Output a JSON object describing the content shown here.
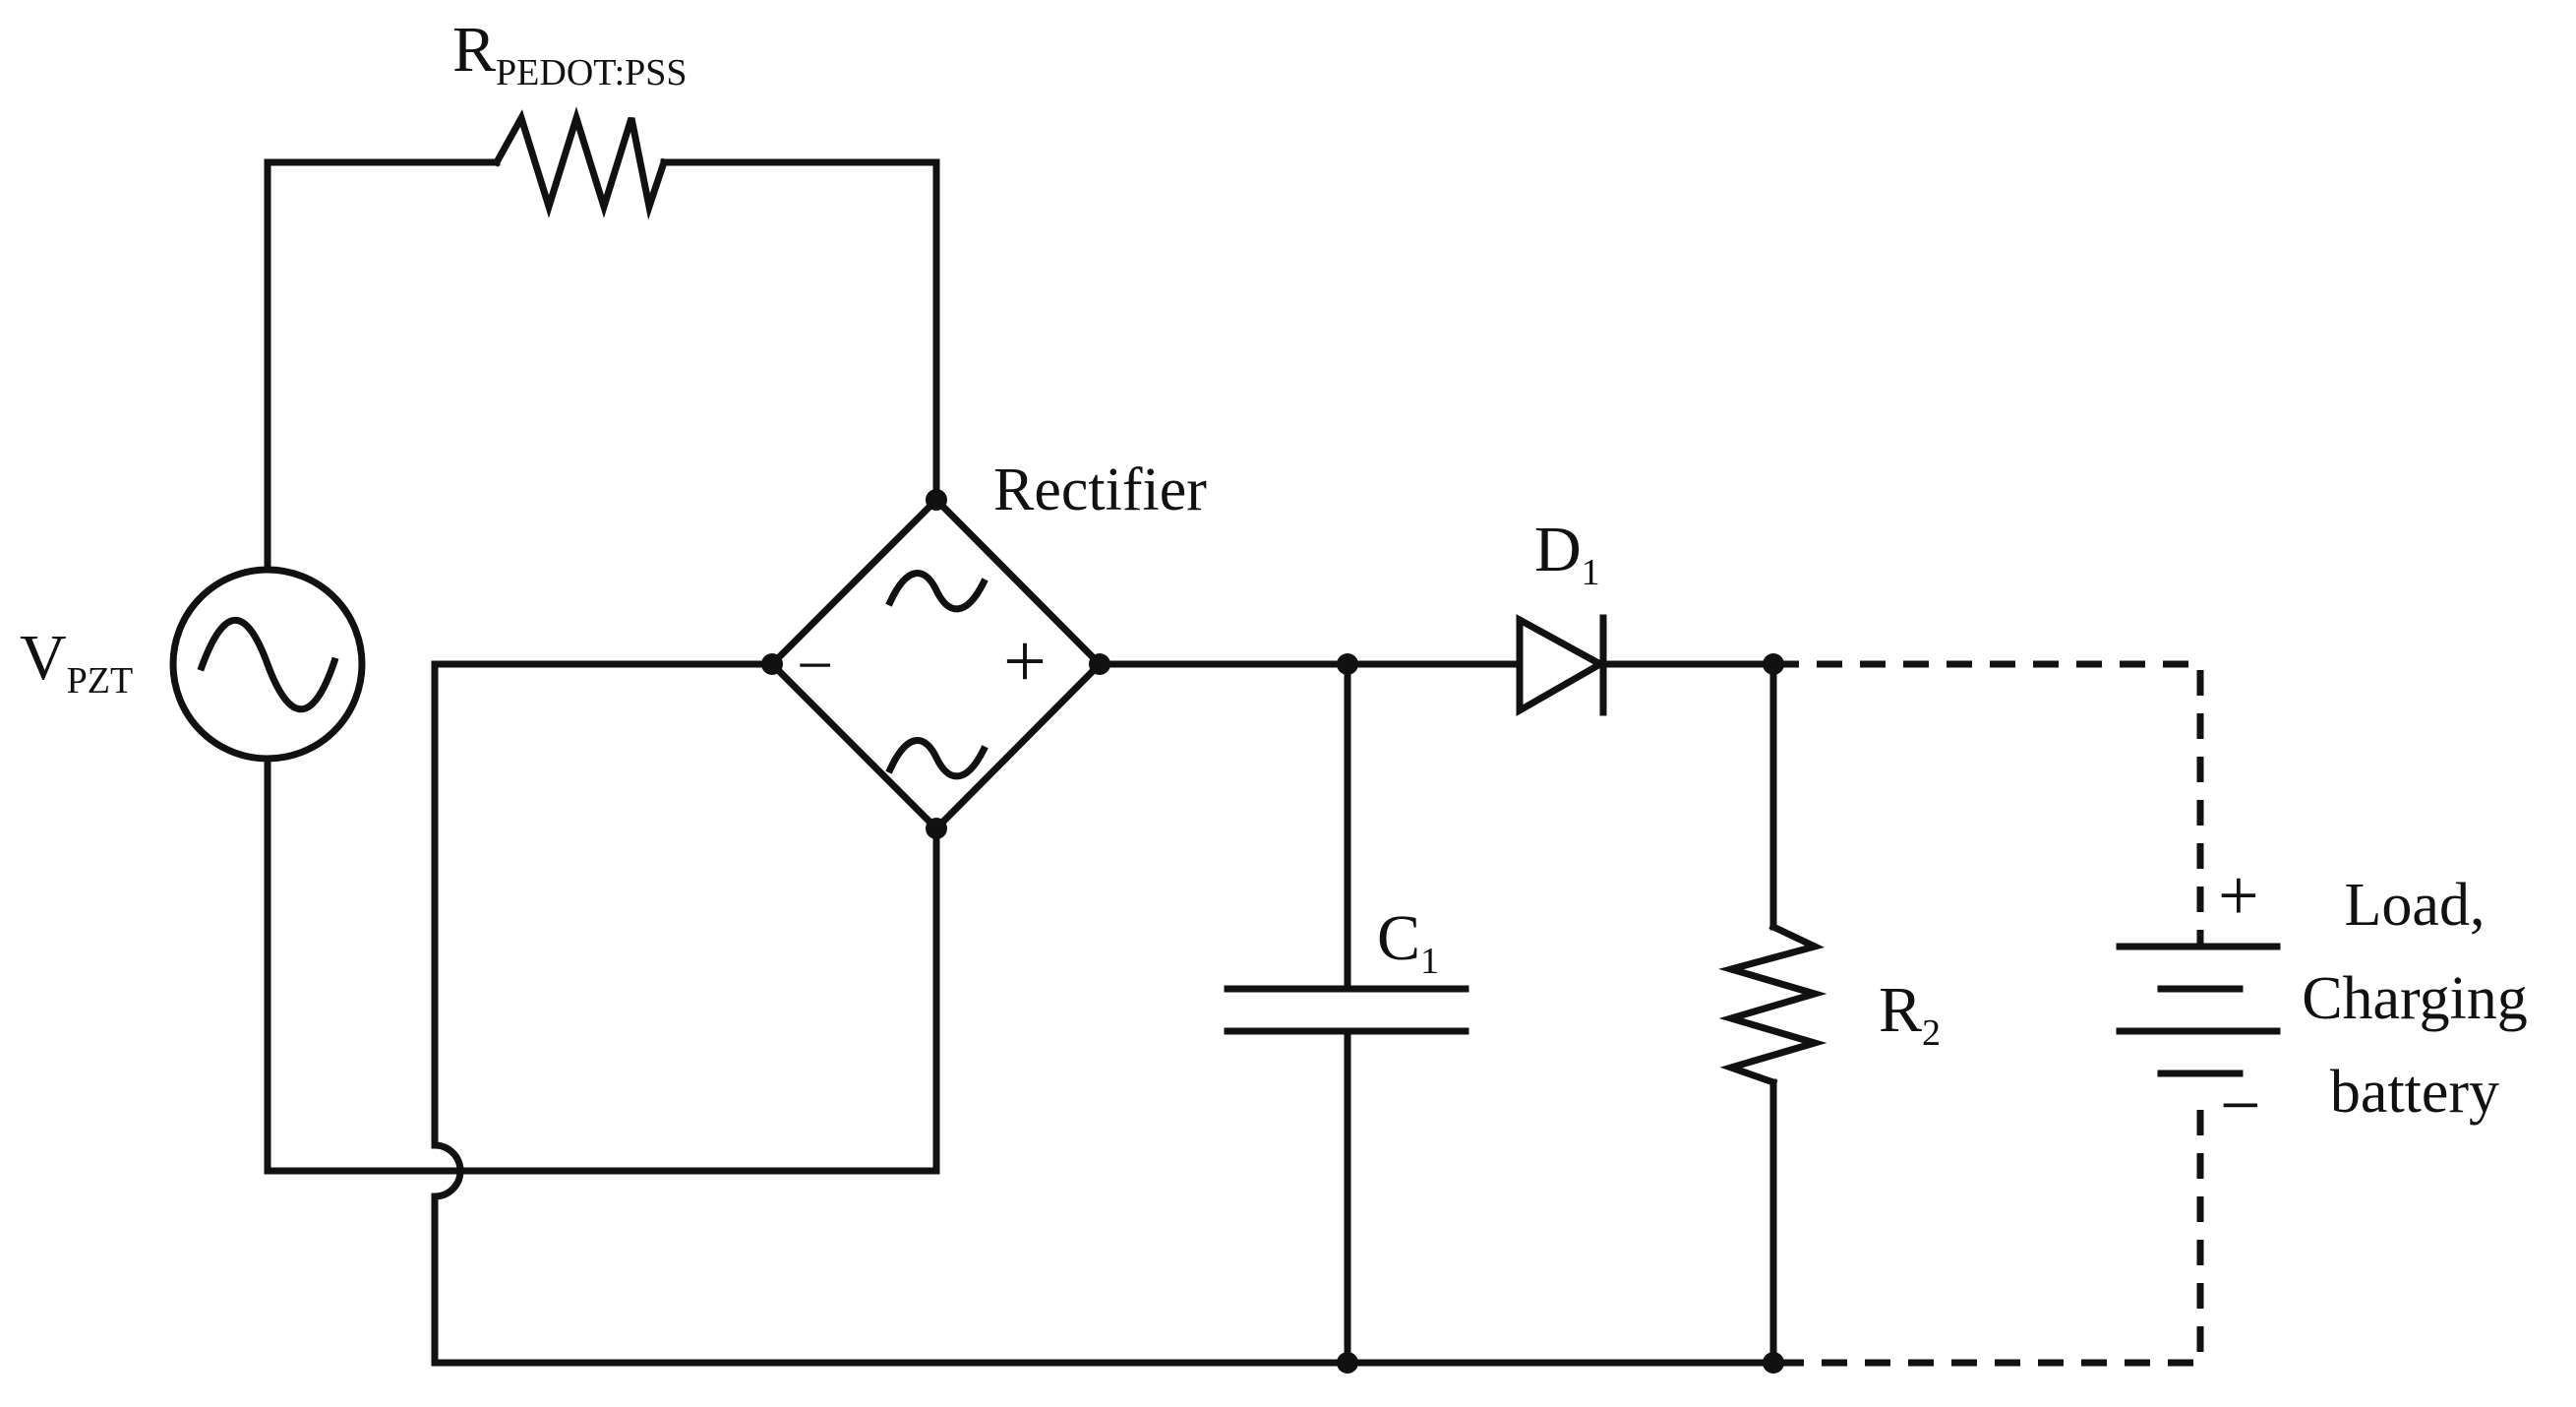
{
  "labels": {
    "vsource": {
      "main": "V",
      "sub": "PZT"
    },
    "resistor_top": {
      "main": "R",
      "sub": "PEDOT:PSS"
    },
    "rectifier": "Rectifier",
    "diode": {
      "main": "D",
      "sub": "1"
    },
    "capacitor": {
      "main": "C",
      "sub": "1"
    },
    "resistor_r2": {
      "main": "R",
      "sub": "2"
    },
    "load_line1": "Load,",
    "load_line2": "Charging",
    "load_line3": "battery"
  },
  "polarity": {
    "bridge_minus": "−",
    "bridge_plus": "+",
    "battery_plus": "+",
    "battery_minus": "−"
  },
  "colors": {
    "stroke": "#111111",
    "background": "#ffffff"
  }
}
